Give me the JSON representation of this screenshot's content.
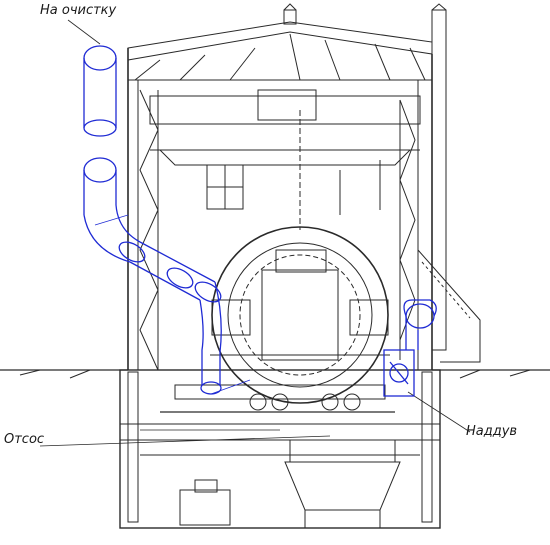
{
  "labels": {
    "to_cleaning": "На очистку",
    "suction": "Отсос",
    "pressurization": "Наддув"
  },
  "colors": {
    "structure": "#2a2a2a",
    "ducts": "#1f2bd4",
    "background": "#ffffff"
  }
}
